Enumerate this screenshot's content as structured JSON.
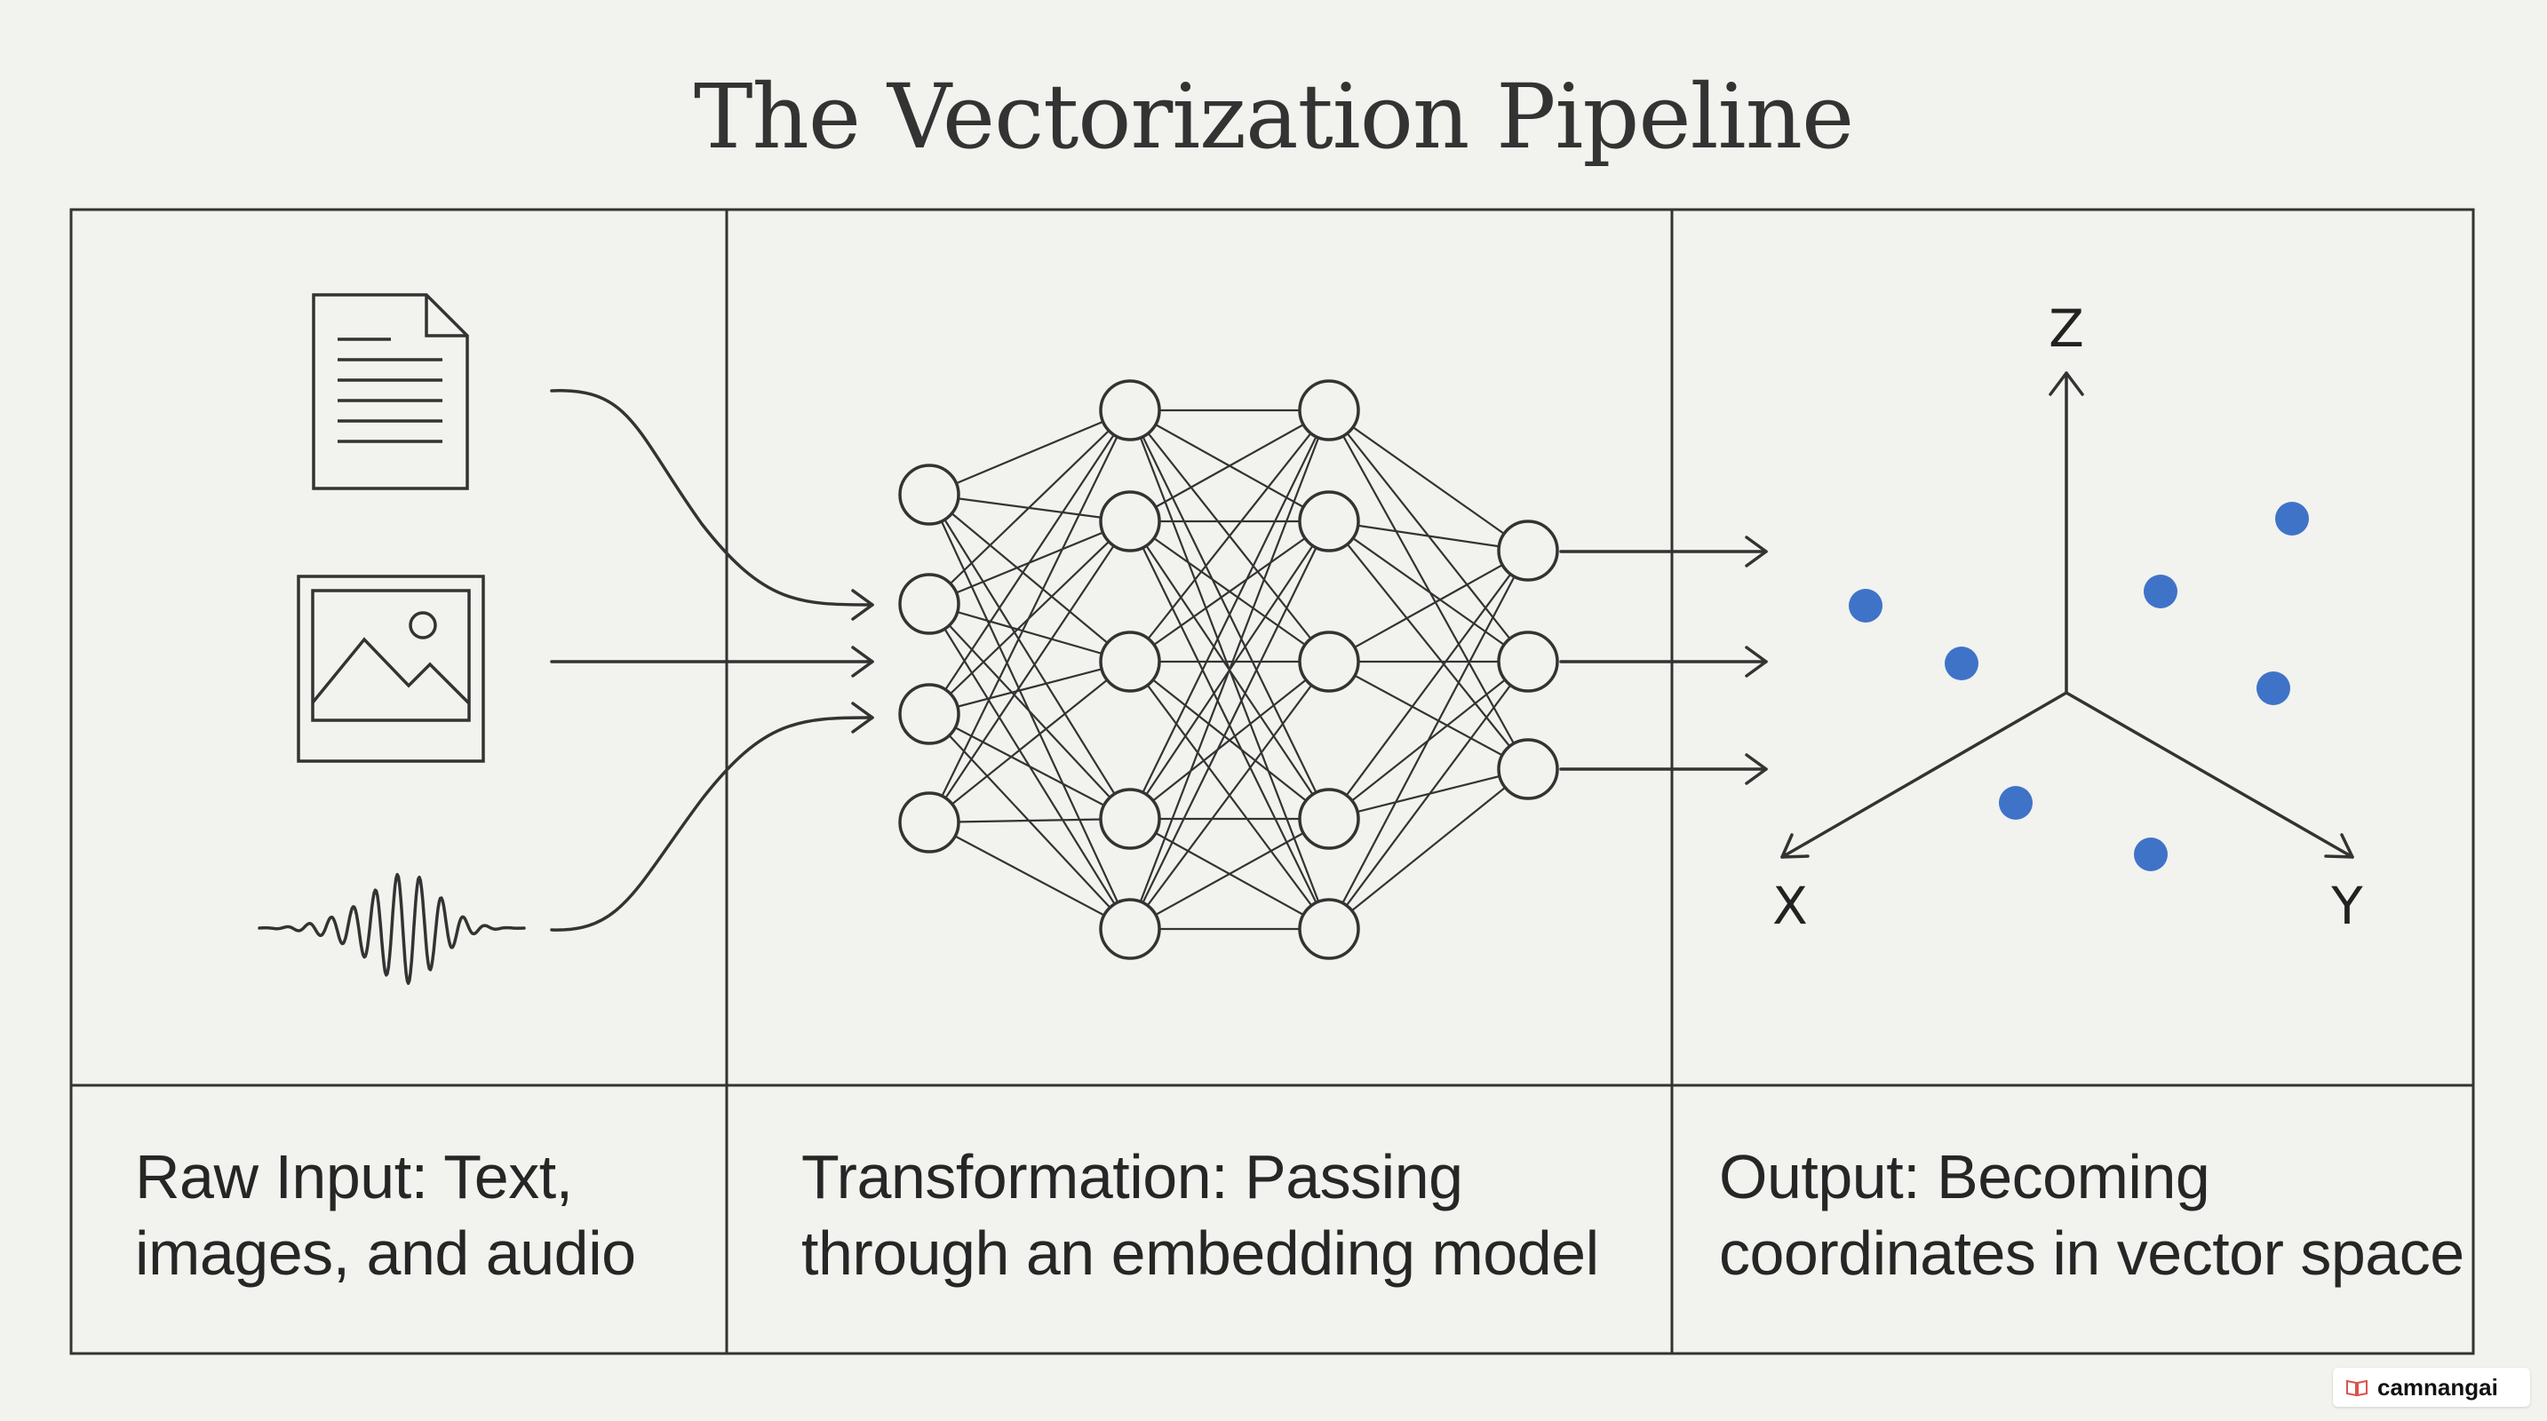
{
  "title": "The Vectorization Pipeline",
  "panels": [
    {
      "id": "raw-input",
      "caption_line_1": "Raw Input: Text,",
      "caption_line_2": "images, and audio",
      "icons": [
        "document-icon",
        "image-icon",
        "audio-waveform-icon"
      ]
    },
    {
      "id": "transformation",
      "caption_line_1": "Transformation: Passing",
      "caption_line_2": "through an embedding model",
      "icons": [
        "neural-network-icon"
      ]
    },
    {
      "id": "output",
      "caption_line_1": "Output: Becoming",
      "caption_line_2": "coordinates in vector space",
      "axes": {
        "x": "X",
        "y": "Y",
        "z": "Z"
      }
    }
  ],
  "colors": {
    "line": "#333333",
    "point": "#3f73c8",
    "background": "#f2f2ee"
  },
  "watermark": {
    "text": "camnangai",
    "icon": "book-icon"
  }
}
